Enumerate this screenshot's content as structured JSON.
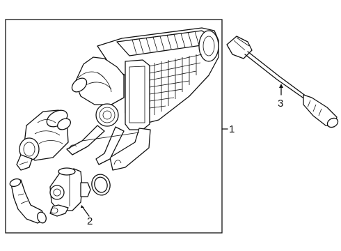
{
  "callouts": {
    "canister_assembly": "1",
    "purge_valve": "2",
    "oxygen_sensor": "3"
  }
}
